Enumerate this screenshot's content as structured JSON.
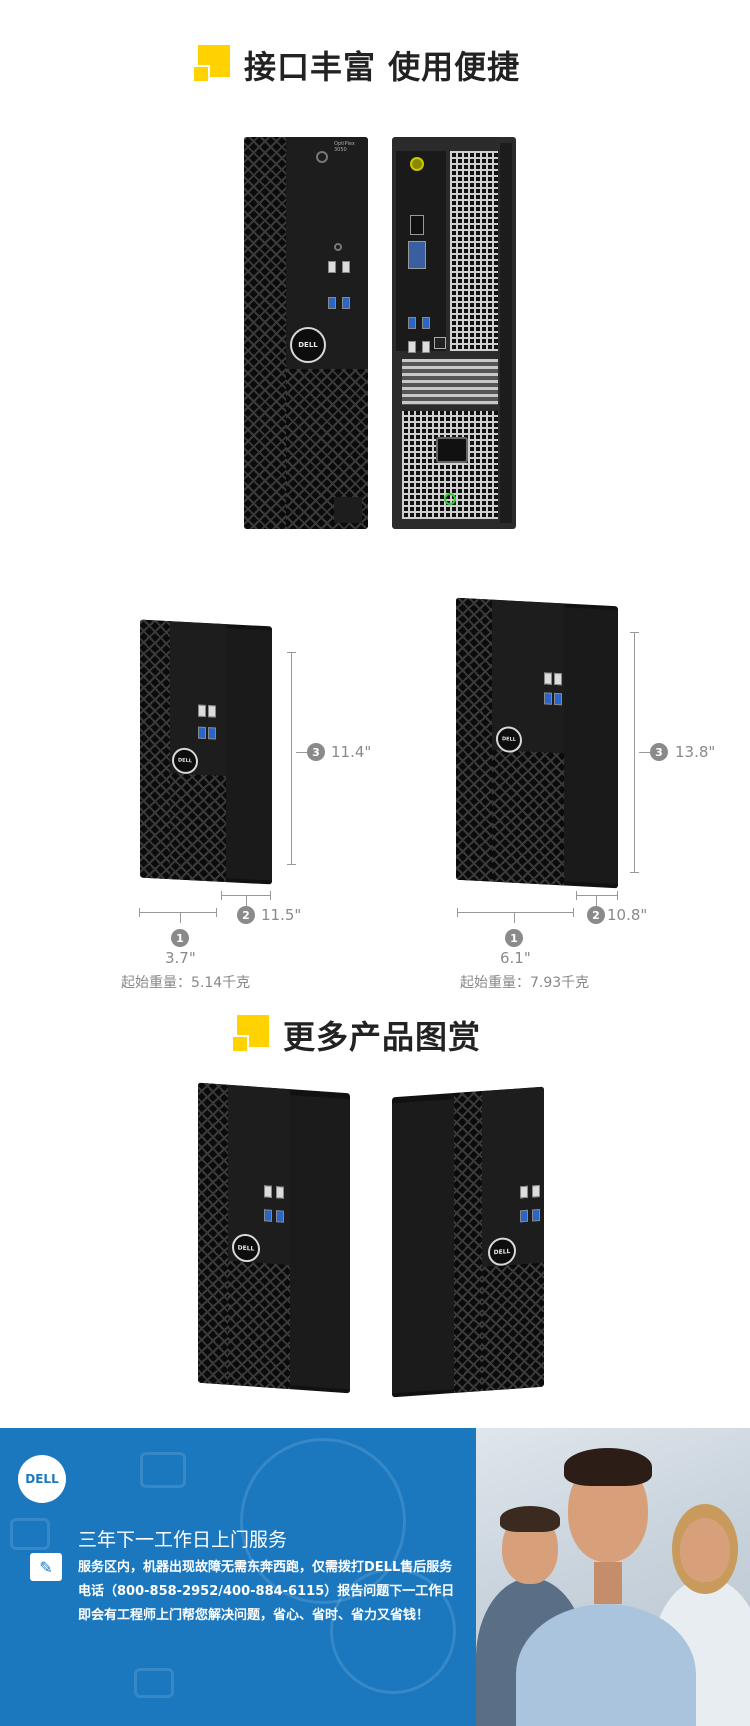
{
  "sections": {
    "ports_title": "接口丰富 使用便捷",
    "gallery_title": "更多产品图赏"
  },
  "product": {
    "model_label": "OptiPlex 3050",
    "logo_text": "DELL"
  },
  "dimensions": {
    "sff": {
      "height": "11.4\"",
      "depth": "11.5\"",
      "width": "3.7\"",
      "weight": "起始重量：5.14千克",
      "num_height": "3",
      "num_depth": "2",
      "num_width": "1"
    },
    "mt": {
      "height": "13.8\"",
      "depth": "10.8\"",
      "width": "6.1\"",
      "weight": "起始重量：7.93千克",
      "num_height": "3",
      "num_depth": "2",
      "num_width": "1"
    }
  },
  "footer": {
    "logo_text": "DELL",
    "title": "三年下一工作日上门服务",
    "body": "服务区内，机器出现故障无需东奔西跑，仅需拨打DELL售后服务电话（800-858-2952/400-884-6115）报告问题下一工作日即会有工程师上门帮您解决问题，省心、省时、省力又省钱！",
    "icons": [
      "wrench-icon",
      "monitor-icon"
    ]
  },
  "colors": {
    "accent_yellow": "#ffd200",
    "footer_blue": "#1b78bf",
    "dim_gray": "#8a8a8a"
  }
}
